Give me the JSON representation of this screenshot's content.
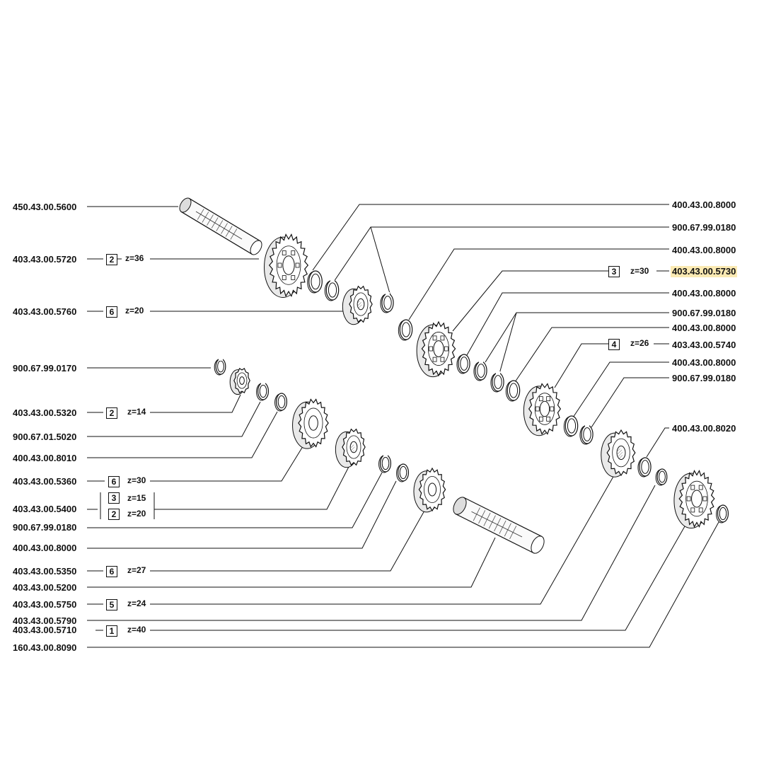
{
  "left_labels": [
    {
      "id": "shaft-450",
      "code": "450.43.00.5600"
    },
    {
      "id": "gear-5720",
      "code": "403.43.00.5720",
      "box": "2",
      "z": "z=36"
    },
    {
      "id": "gear-5760",
      "code": "403.43.00.5760",
      "box": "6",
      "z": "z=20"
    },
    {
      "id": "ring-0170",
      "code": "900.67.99.0170"
    },
    {
      "id": "gear-5320",
      "code": "403.43.00.5320",
      "box": "2",
      "z": "z=14"
    },
    {
      "id": "ring-5020",
      "code": "900.67.01.5020"
    },
    {
      "id": "washer-8010",
      "code": "400.43.00.8010"
    },
    {
      "id": "gear-5360",
      "code": "403.43.00.5360",
      "box": "6",
      "z": "z=30"
    },
    {
      "id": "gear-5400",
      "code": "403.43.00.5400",
      "boxes": [
        {
          "box": "3",
          "z": "z=15"
        },
        {
          "box": "2",
          "z": "z=20"
        }
      ]
    },
    {
      "id": "ring-0180-l",
      "code": "900.67.99.0180"
    },
    {
      "id": "washer-8000-l",
      "code": "400.43.00.8000"
    },
    {
      "id": "gear-5350",
      "code": "403.43.00.5350",
      "box": "6",
      "z": "z=27"
    },
    {
      "id": "shaft-5200",
      "code": "403.43.00.5200"
    },
    {
      "id": "gear-5750",
      "code": "403.43.00.5750",
      "box": "5",
      "z": "z=24"
    },
    {
      "id": "part-5790",
      "code": "403.43.00.5790"
    },
    {
      "id": "gear-5710",
      "code": "403.43.00.5710",
      "box": "1",
      "z": "z=40"
    },
    {
      "id": "washer-8090",
      "code": "160.43.00.8090"
    }
  ],
  "right_labels": [
    {
      "id": "r-8000-a",
      "code": "400.43.00.8000"
    },
    {
      "id": "r-0180-a",
      "code": "900.67.99.0180"
    },
    {
      "id": "r-8000-b",
      "code": "400.43.00.8000"
    },
    {
      "id": "r-5730",
      "code": "403.43.00.5730",
      "box": "3",
      "z": "z=30",
      "highlight": true
    },
    {
      "id": "r-8000-c",
      "code": "400.43.00.8000"
    },
    {
      "id": "r-0180-b",
      "code": "900.67.99.0180"
    },
    {
      "id": "r-8000-d",
      "code": "400.43.00.8000"
    },
    {
      "id": "r-5740",
      "code": "403.43.00.5740",
      "box": "4",
      "z": "z=26"
    },
    {
      "id": "r-8000-e",
      "code": "400.43.00.8000"
    },
    {
      "id": "r-0180-c",
      "code": "900.67.99.0180"
    },
    {
      "id": "r-8020",
      "code": "400.43.00.8020"
    }
  ],
  "colors": {
    "line": "#111111",
    "highlight": "#fbeab3",
    "part_fill": "#ffffff",
    "shade": "#9a9a9a"
  }
}
